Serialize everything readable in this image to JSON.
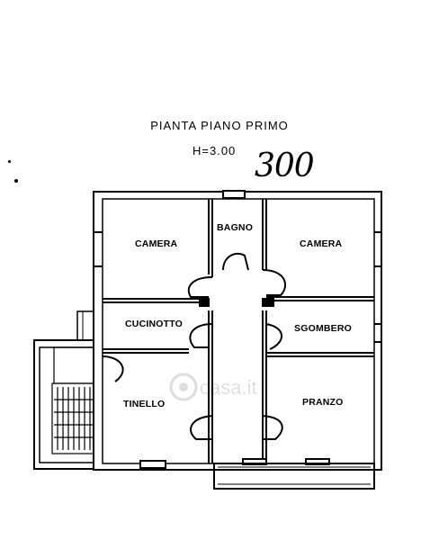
{
  "header": {
    "title": "PIANTA PIANO PRIMO",
    "height": "H=3.00",
    "handwritten_note": "300"
  },
  "rooms": {
    "camera_left": "CAMERA",
    "bagno": "BAGNO",
    "camera_right": "CAMERA",
    "cucinotto": "CUCINOTTO",
    "sgombero": "SGOMBERO",
    "tinello": "TINELLO",
    "pranzo": "PRANZO"
  },
  "watermark": "casa.it"
}
